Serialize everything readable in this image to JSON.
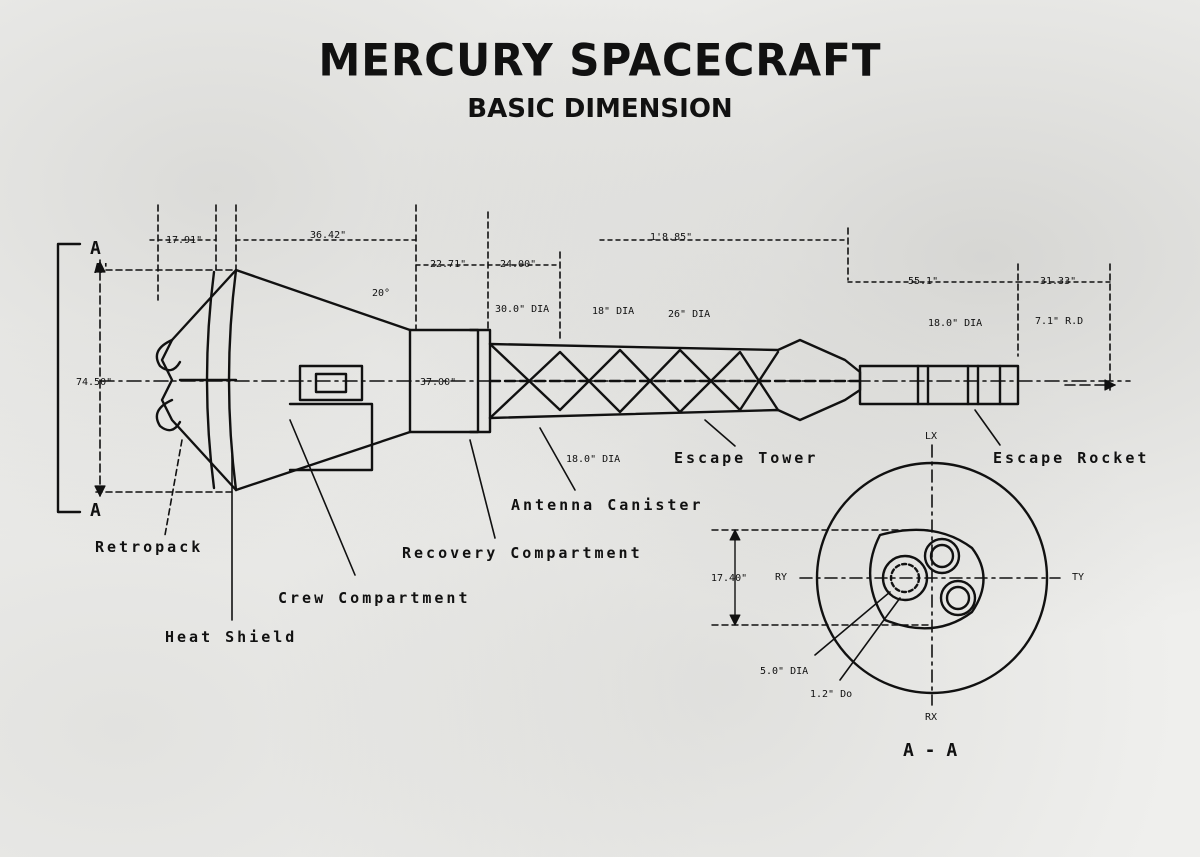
{
  "title": "MERCURY SPACECRAFT",
  "subtitle": "BASIC DIMENSION",
  "labels": {
    "retropack": "Retropack",
    "heat_shield": "Heat Shield",
    "crew_compartment": "Crew Compartment",
    "recovery_compartment": "Recovery Compartment",
    "antenna_canister": "Antenna Canister",
    "escape_tower": "Escape Tower",
    "escape_rocket": "Escape Rocket"
  },
  "section": {
    "top_marker": "A",
    "prime_marker": "A'",
    "bottom_marker": "A",
    "section_label": "A - A",
    "axis_top": "LX",
    "axis_bottom": "RX",
    "axis_left": "RY",
    "axis_right": "TY"
  },
  "dimensions": {
    "d1": "17.91\"",
    "d2": "36.42\"",
    "d3": "1'8.85\"",
    "d4": "22.71\"",
    "d5": "24.00\"",
    "d6": "55.1\"",
    "d7": "31.33\"",
    "d8": "20°",
    "d9": "74.50\"",
    "d10": "37.00\"",
    "d11": "30.0\" DIA",
    "d12": "18\" DIA",
    "d13": "26\" DIA",
    "d14": "18.0\" DIA",
    "d15": "18.0\" DIA",
    "d16": "7.1\" R.D",
    "d17": "17.40\"",
    "d18": "5.0\" DIA",
    "d19": "1.2\" Do"
  }
}
